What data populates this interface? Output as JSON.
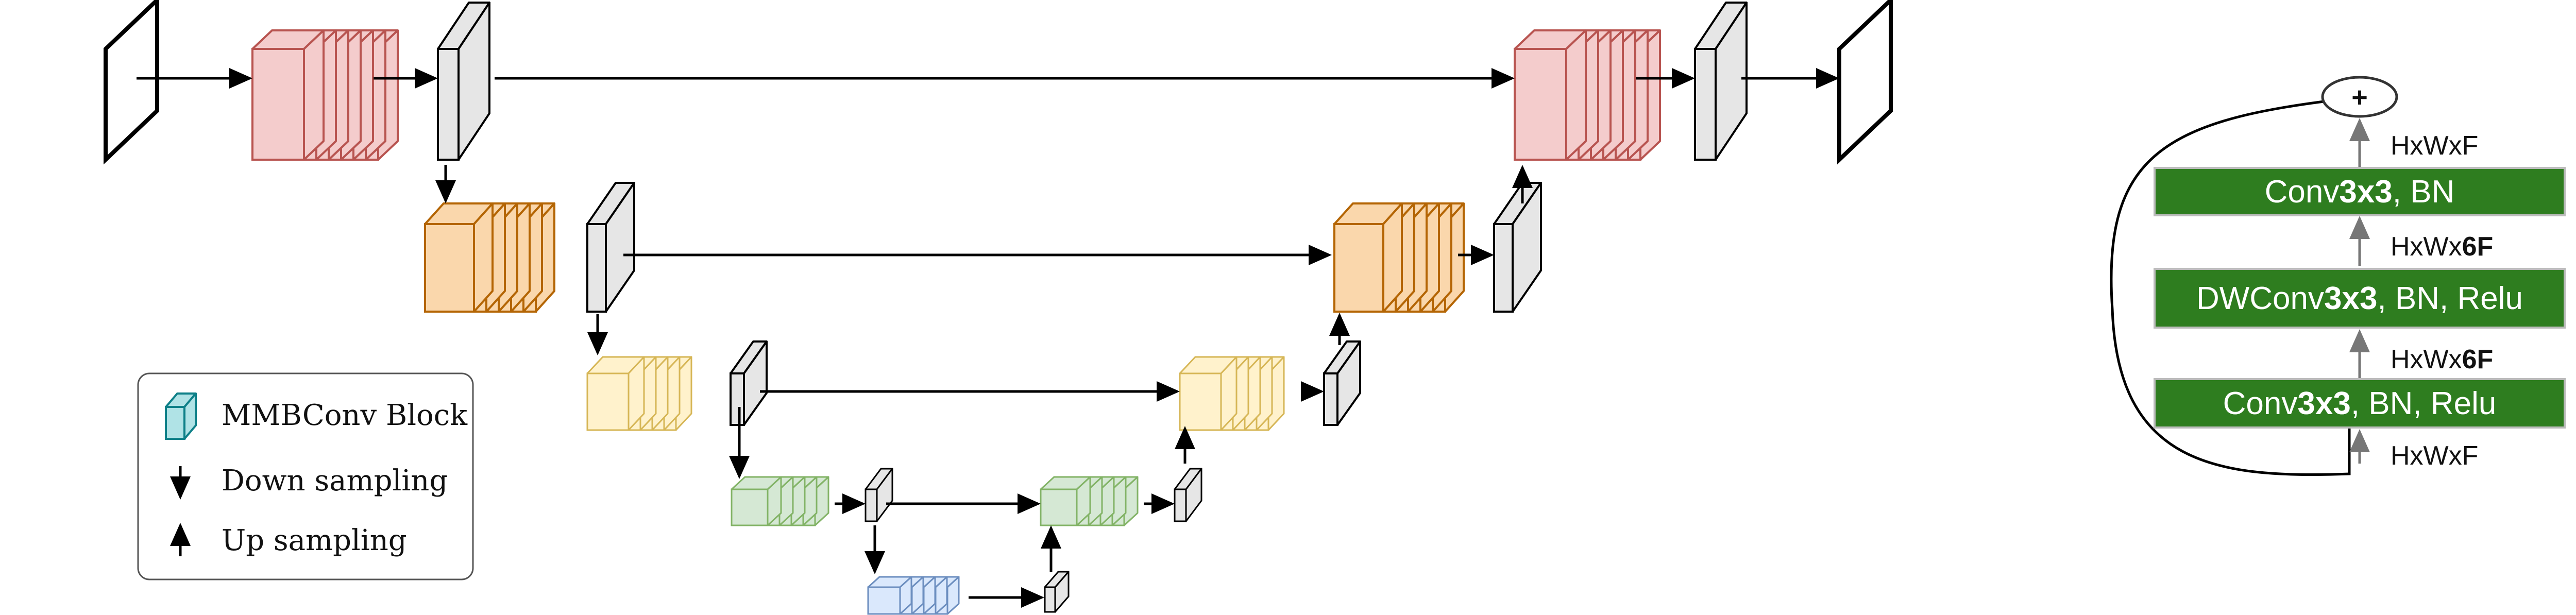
{
  "legend": {
    "items": [
      {
        "icon": "cube-icon",
        "label": "MMBConv Block"
      },
      {
        "icon": "arrow-down-icon",
        "label": "Down sampling"
      },
      {
        "icon": "arrow-up-icon",
        "label": "Up sampling"
      }
    ]
  },
  "block_detail": {
    "plus": "+",
    "dims": [
      {
        "prefix": "HxWxF",
        "bold": ""
      },
      {
        "prefix": "HxWx",
        "bold": "6F"
      },
      {
        "prefix": "HxWx",
        "bold": "6F"
      },
      {
        "prefix": "HxWxF",
        "bold": ""
      }
    ],
    "layers": [
      {
        "pre": "Conv",
        "bold": "3x3",
        "post": ", BN"
      },
      {
        "pre": "DWConv",
        "bold": "3x3",
        "post": ", BN, Relu"
      },
      {
        "pre": "Conv",
        "bold": "3x3",
        "post": ", BN, Relu"
      }
    ]
  },
  "colors": {
    "level1": {
      "fill": "#f4cccc",
      "stroke": "#b85450"
    },
    "level2": {
      "fill": "#fad7ac",
      "stroke": "#b46504"
    },
    "level3": {
      "fill": "#fff2cc",
      "stroke": "#d6b656"
    },
    "level4": {
      "fill": "#d5e8d4",
      "stroke": "#82b366"
    },
    "level5": {
      "fill": "#dae8fc",
      "stroke": "#6c8ebf"
    },
    "feature": {
      "fill": "#e6e6e6",
      "stroke": "#000000"
    },
    "legend_cube": {
      "fill": "#b0e3e6",
      "stroke": "#0e8088"
    },
    "block_green": "#2e7d1f"
  }
}
